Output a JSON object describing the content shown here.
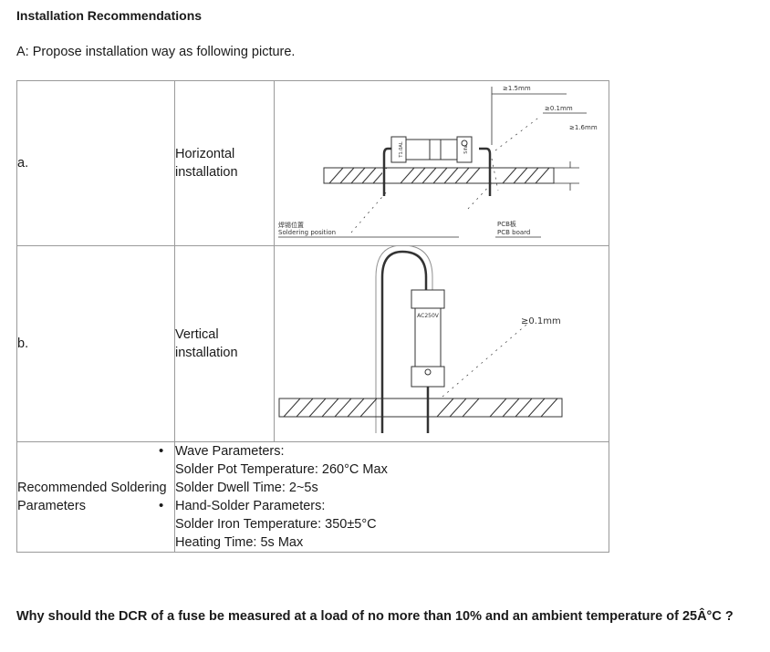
{
  "heading": "Installation Recommendations",
  "intro": "A: Propose installation way as following picture.",
  "rows": [
    {
      "label": "a.",
      "type": "Horizontal installation",
      "diagram": {
        "dim_top": "≥1.5mm",
        "dim_right": "≥0.1mm",
        "dim_pcb": "≥1.6mm",
        "fuse_text_left": "T1.0AL",
        "fuse_text_right": "Sifa",
        "solder_cn": "焊锡位置",
        "solder_en": "Soldering position",
        "pcb_cn": "PCB板",
        "pcb_en": "PCB board"
      }
    },
    {
      "label": "b.",
      "type": "Vertical installation",
      "diagram": {
        "dim_gap": "≥0.1mm",
        "fuse_rating": "AC250V"
      }
    }
  ],
  "soldering": {
    "label": "Recommended Soldering Parameters",
    "wave_title": "Wave Parameters:",
    "wave_pot": "Solder Pot Temperature: 260°C Max",
    "wave_dwell": "Solder Dwell Time: 2~5s",
    "hand_title": "Hand-Solder Parameters:",
    "hand_iron": "Solder Iron Temperature: 350±5°C",
    "hand_time": "Heating Time: 5s Max"
  },
  "question": "Why should the DCR of a fuse be measured at a load of no more than 10% and an ambient temperature of 25Â°C ?"
}
